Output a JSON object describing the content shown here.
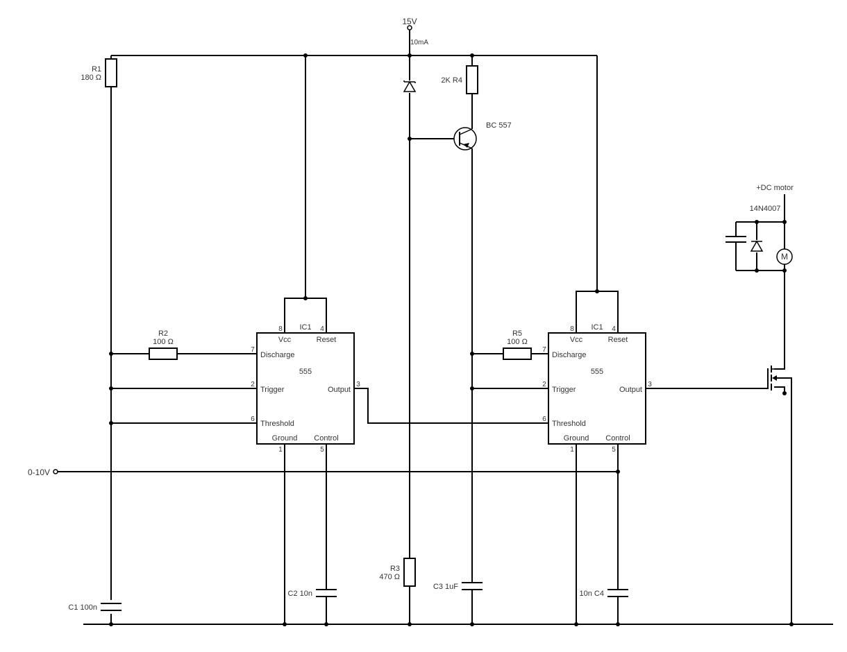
{
  "supply": {
    "label": "15V",
    "current": "10mA"
  },
  "input": {
    "label": "0-10V"
  },
  "components": {
    "r1": {
      "name": "R1",
      "value": "180 Ω"
    },
    "r2": {
      "name": "R2",
      "value": "100 Ω"
    },
    "r3": {
      "name": "R3",
      "value": "470 Ω"
    },
    "r4": {
      "label": "2K R4"
    },
    "r5": {
      "name": "R5",
      "value": "100 Ω"
    },
    "c1": {
      "label": "C1 100n"
    },
    "c2": {
      "label": "C2 10n"
    },
    "c3": {
      "label": "C3 1uF"
    },
    "c4": {
      "label": "10n C4"
    },
    "transistor": {
      "label": "BC 557"
    },
    "motor": {
      "supply_label": "+DC motor",
      "diode_label": "14N4007",
      "symbol": "M"
    }
  },
  "ic_left": {
    "name": "IC1",
    "type": "555",
    "pins": {
      "vcc": {
        "num": "8",
        "label": "Vcc"
      },
      "reset": {
        "num": "4",
        "label": "Reset"
      },
      "discharge": {
        "num": "7",
        "label": "Discharge"
      },
      "trigger": {
        "num": "2",
        "label": "Trigger"
      },
      "threshold": {
        "num": "6",
        "label": "Threshold"
      },
      "output": {
        "num": "3",
        "label": "Output"
      },
      "ground": {
        "num": "1",
        "label": "Ground"
      },
      "control": {
        "num": "5",
        "label": "Control"
      }
    }
  },
  "ic_right": {
    "name": "IC1",
    "type": "555",
    "pins": {
      "vcc": {
        "num": "8",
        "label": "Vcc"
      },
      "reset": {
        "num": "4",
        "label": "Reset"
      },
      "discharge": {
        "num": "7",
        "label": "Discharge"
      },
      "trigger": {
        "num": "2",
        "label": "Trigger"
      },
      "threshold": {
        "num": "6",
        "label": "Threshold"
      },
      "output": {
        "num": "3",
        "label": "Output"
      },
      "ground": {
        "num": "1",
        "label": "Ground"
      },
      "control": {
        "num": "5",
        "label": "Control"
      }
    }
  }
}
